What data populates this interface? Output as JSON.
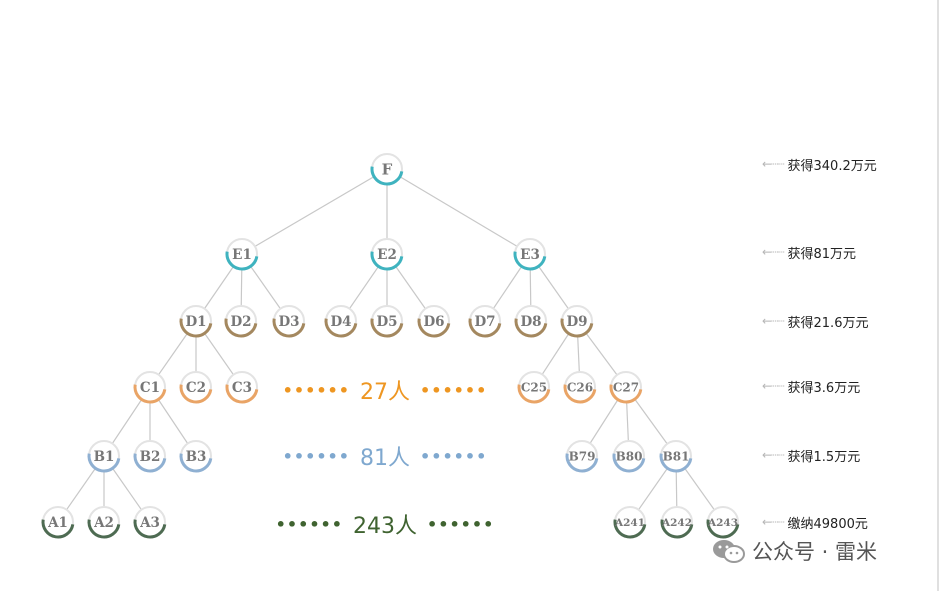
{
  "tree": {
    "root": {
      "label": "F"
    },
    "levels": [
      {
        "name": "E",
        "color": "#3fb3bf",
        "nodes": [
          "E1",
          "E2",
          "E3"
        ]
      },
      {
        "name": "D",
        "color": "#a4885f",
        "nodes": [
          "D1",
          "D2",
          "D3",
          "D4",
          "D5",
          "D6",
          "D7",
          "D8",
          "D9"
        ]
      },
      {
        "name": "C",
        "color": "#e9a466",
        "nodes": [
          "C1",
          "C2",
          "C3",
          "C25",
          "C26",
          "C27"
        ]
      },
      {
        "name": "B",
        "color": "#8fb0d2",
        "nodes": [
          "B1",
          "B2",
          "B3",
          "B79",
          "B80",
          "B81"
        ]
      },
      {
        "name": "A",
        "color": "#4e6b52",
        "nodes": [
          "A1",
          "A2",
          "A3",
          "A241",
          "A242",
          "A243"
        ]
      }
    ]
  },
  "counts": [
    {
      "text": "27人",
      "color": "#ee9621"
    },
    {
      "text": "81人",
      "color": "#7fa8cf"
    },
    {
      "text": "243人",
      "color": "#3f6330"
    }
  ],
  "rewards": [
    "获得340.2万元",
    "获得81万元",
    "获得21.6万元",
    "获得3.6万元",
    "获得1.5万元",
    "缴纳49800元"
  ],
  "watermark": {
    "text": "公众号 · 雷米"
  },
  "colors": {
    "root": "#3fb3bf",
    "edge": "#c8c8c8",
    "reward_arrow": "#b5b5b5"
  }
}
